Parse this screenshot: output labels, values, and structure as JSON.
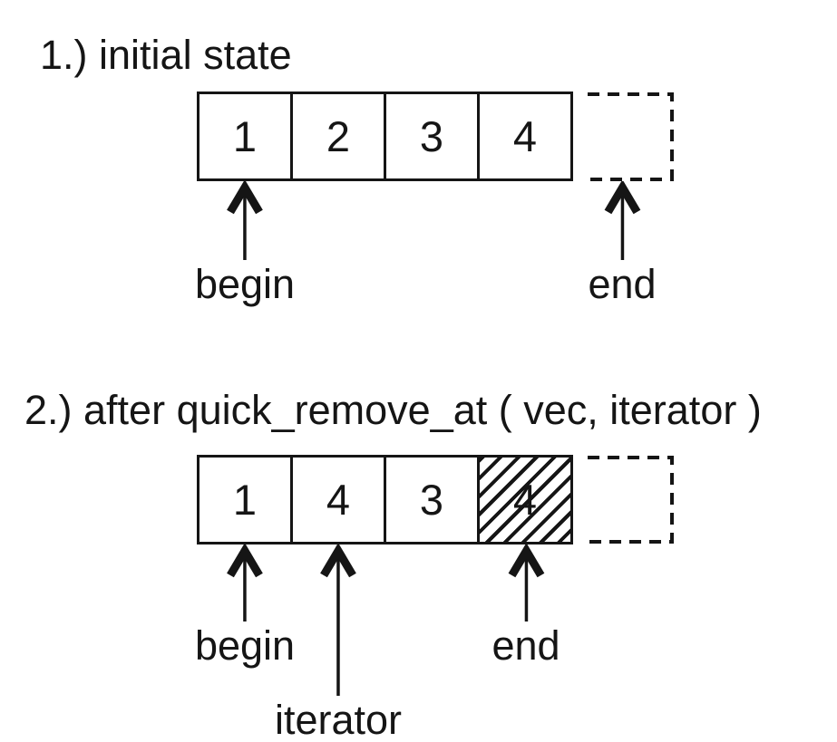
{
  "colors": {
    "ink": "#151515",
    "background": "#ffffff"
  },
  "figure1": {
    "title": "1.) initial state",
    "cells": [
      "1",
      "2",
      "3",
      "4"
    ],
    "dashed_end_cell_empty": true,
    "pointers": [
      {
        "label": "begin",
        "points_to": "first cell"
      },
      {
        "label": "end",
        "points_to": "dashed past-the-end cell"
      }
    ]
  },
  "figure2": {
    "title": "2.) after quick_remove_at ( vec, iterator )",
    "cells": [
      "1",
      "4",
      "3",
      "4"
    ],
    "hatched_index": 3,
    "dashed_end_cell_empty": true,
    "pointers": [
      {
        "label": "begin",
        "points_to": "first cell"
      },
      {
        "label": "iterator",
        "points_to": "second cell"
      },
      {
        "label": "end",
        "points_to": "hatched cell"
      }
    ]
  }
}
